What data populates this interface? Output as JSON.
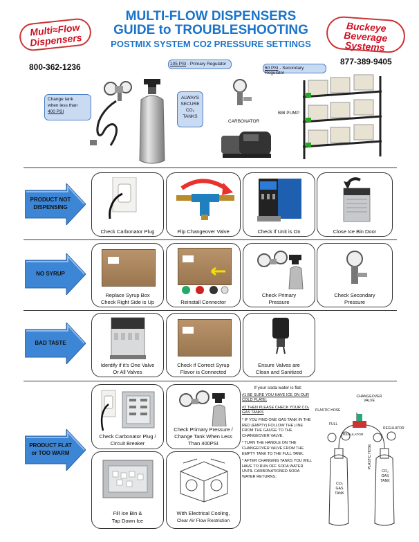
{
  "header": {
    "title_line1": "MULTI-FLOW DISPENSERS",
    "title_line2": "GUIDE to TROUBLESHOOTING",
    "title_line3": "POSTMIX SYSTEM CO2 PRESSURE SETTINGS",
    "logo_left_line1": "Multi≈Flow",
    "logo_left_line2": "Dispensers",
    "logo_right_line1": "Buckeye",
    "logo_right_line2": "Beverage",
    "logo_right_line3": "Systems",
    "phone_left": "800-362-1236",
    "phone_right": "877-389-9405"
  },
  "top": {
    "primary_callout_psi": "105 PSI",
    "primary_callout_text": " - Primary Regulator",
    "secondary_callout_psi": "60 PSI",
    "secondary_callout_text": " - Secondary Regulator",
    "change_tank_line1": "Change tank",
    "change_tank_line2": "when less than",
    "change_tank_psi": "400 PSI",
    "always_line1": "ALWAYS",
    "always_line2": "SECURE",
    "always_line3": "CO₂",
    "always_line4": "TANKS",
    "carbonator_label": "CARBONATOR",
    "bib_pump_label": "BIB PUMP"
  },
  "sections": [
    {
      "label_line1": "PRODUCT NOT",
      "label_line2": "DISPENSING",
      "cards": [
        {
          "cap1": "Check Carbonator Plug",
          "cap2": ""
        },
        {
          "cap1": "Flip Changeover Valve",
          "cap2": ""
        },
        {
          "cap1": "Check if Unit is On",
          "cap2": ""
        },
        {
          "cap1": "Close Ice Bin Door",
          "cap2": ""
        }
      ]
    },
    {
      "label_line1": "NO SYRUP",
      "label_line2": "",
      "cards": [
        {
          "cap1": "Replace Syrup Box",
          "cap2": "Check Right Side is Up"
        },
        {
          "cap1": "Reinstall Connector",
          "cap2": ""
        },
        {
          "cap1": "Check Primary",
          "cap2": "Pressure"
        },
        {
          "cap1": "Check  Secondary",
          "cap2": "Pressure"
        }
      ]
    },
    {
      "label_line1": "BAD TASTE",
      "label_line2": "",
      "cards": [
        {
          "cap1": "Identify if it's One Valve",
          "cap2": "Or All Valves"
        },
        {
          "cap1": "Check if Correct Syrup",
          "cap2": "Flavor is Connected"
        },
        {
          "cap1": "Ensure Valves are",
          "cap2": "Clean and Sanitized"
        }
      ]
    },
    {
      "label_line1": "PRODUCT FLAT",
      "label_line2": "or TOO WARM",
      "cards": [
        {
          "cap1": "Check Carbonator Plug /",
          "cap2": "Circuit Breaker"
        },
        {
          "cap1": "Check Primary Pressure /",
          "cap2": "Change Tank When Less",
          "cap3": "Than 400PSI"
        },
        {
          "cap1": "Fill Ice Bin &",
          "cap2": "Tap Down Ice"
        },
        {
          "cap1": "With Electrical Cooling,",
          "cap2": "Clear Air Flow Restriction"
        }
      ]
    }
  ],
  "note": {
    "intro": "If your soda water is flat:",
    "step1": "#1  BE SURE YOU HAVE ICE ON OUR COLD PLATE;",
    "step2": "#2  THEN PLEASE CHECK YOUR CO₂ GAS TANKS",
    "bullet1": "*  IF YOU FIND ONE GAS TANK IN THE RED (EMPTY) FOLLOW THE LINE FROM THE GAUGE TO THE CHANGEOVER VALVE.",
    "bullet2": "*  TURN THE HANDLE ON THE CHANGEOVER VALVE FROM THE EMPTY TANK TO THE FULL TANK.",
    "bullet3": "*  AFTER CHANGING TANKS YOU WILL HAVE TO RUN OFF SODA WATER UNTIL CARBONATIONED SODA WATER RETURNS."
  },
  "diagram": {
    "changeover_line1": "CHANGEOVER",
    "changeover_line2": "VALVE",
    "plastic_hose_left": "PLASTIC HOSE",
    "plastic_hose_right": "PLASTIC HOSE",
    "full": "FULL",
    "regulator_left": "REGULATOR",
    "regulator_right": "REGULATOR",
    "tank_left_line1": "CO₂",
    "tank_left_line2": "GAS",
    "tank_left_line3": "TANK",
    "tank_right_line1": "CO₂",
    "tank_right_line2": "GAS",
    "tank_right_line3": "TANK"
  },
  "colors": {
    "title_blue": "#1a73c8",
    "arrow_blue": "#3d86d6",
    "logo_red": "#cc1122",
    "callout_fill": "#c9dbf3"
  }
}
